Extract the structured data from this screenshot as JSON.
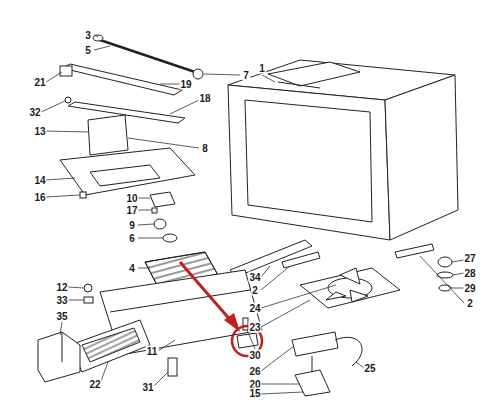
{
  "diagram": {
    "labels": [
      "3",
      "5",
      "21",
      "32",
      "19",
      "7",
      "1",
      "18",
      "13",
      "8",
      "14",
      "16",
      "10",
      "17",
      "9",
      "6",
      "4",
      "27",
      "28",
      "29",
      "2",
      "34",
      "2",
      "24",
      "23",
      "12",
      "33",
      "35",
      "30",
      "26",
      "25",
      "20",
      "11",
      "22",
      "31",
      "15"
    ]
  }
}
